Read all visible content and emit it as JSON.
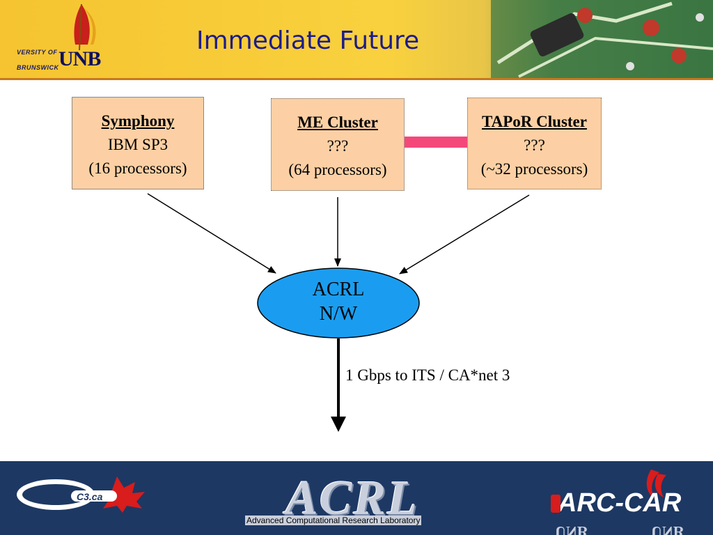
{
  "header": {
    "title": "Immediate Future",
    "logo_small_top": "VERSITY OF",
    "logo_small_bottom": "BRUNSWICK",
    "logo_big": "UNB"
  },
  "nodes": {
    "symphony": {
      "name": "Symphony",
      "line1": "IBM SP3",
      "line2": "(16 processors)"
    },
    "me_cluster": {
      "name": "ME Cluster",
      "line1": "???",
      "line2": "(64 processors)"
    },
    "tapor_cluster": {
      "name": "TAPoR Cluster",
      "line1": "???",
      "line2": "(~32 processors)"
    }
  },
  "hub": {
    "line1": "ACRL",
    "line2": "N/W"
  },
  "uplink_label": "1 Gbps to ITS / CA*net 3",
  "footer": {
    "center_logo": "ACRL",
    "center_subtitle": "Advanced Computational Research Laboratory",
    "left_logo": "C3.ca",
    "right_logo": "ARC-CAR"
  },
  "colors": {
    "node_fill": "#fcd0a4",
    "hub_fill": "#1a9df0",
    "link_bar": "#f5487a",
    "title": "#1c1c8c",
    "footer_bg": "#1d3863"
  }
}
